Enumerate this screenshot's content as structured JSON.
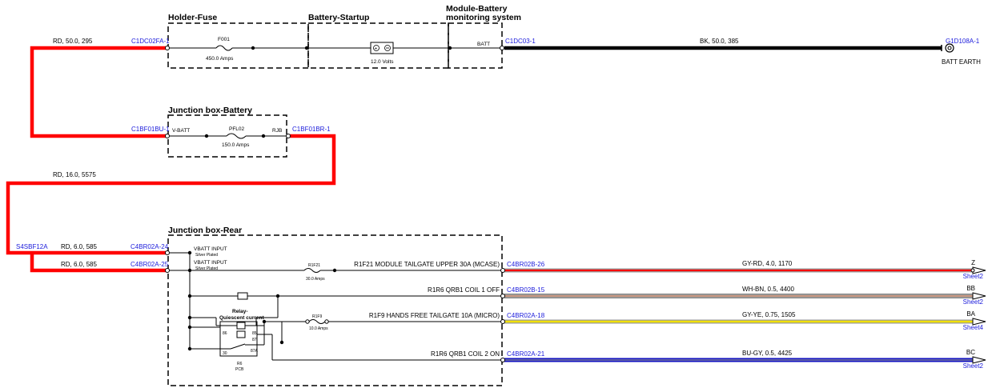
{
  "boxes": {
    "holder_fuse": "Holder-Fuse",
    "battery_startup": "Battery-Startup",
    "module_battery_1": "Module-Battery",
    "module_battery_2": "monitoring system",
    "jb_battery": "Junction box-Battery",
    "jb_rear": "Junction box-Rear"
  },
  "connectors": {
    "c1dc02fa": "C1DC02FA-1",
    "c1dc03": "C1DC03-1",
    "g1d108a": "G1D108A-1",
    "c1bf01bu": "C1BF01BU-1",
    "c1bf01br": "C1BF01BR-1",
    "s4sbf12a": "S4SBF12A",
    "c4br02a24": "C4BR02A-24",
    "c4br02a25": "C4BR02A-25",
    "c4br02b26": "C4BR02B-26",
    "c4br02b15": "C4BR02B-15",
    "c4br02a18": "C4BR02A-18",
    "c4br02a21": "C4BR02A-21"
  },
  "wires": {
    "w1": "RD,  50.0,  295",
    "w2": "BK,  50.0,  385",
    "w3": "RD,  16.0,  5575",
    "w4": "RD,  6.0,  585",
    "w5": "RD,  6.0,  585",
    "w6": "GY-RD,  4.0,  1170",
    "w7": "WH-BN,  0.5,  4400",
    "w8": "GY-YE,  0.75,  1505",
    "w9": "BU-GY,  0.5,  4425"
  },
  "components": {
    "f001": "F001",
    "f001_rating": "450.0 Amps",
    "batt_voltage": "12.0 Volts",
    "batt_pin": "BATT",
    "batt_earth": "BATT EARTH",
    "vbatt": "V-BATT",
    "pfl02": "PFL02",
    "pfl02_rating": "150.0 Amps",
    "rjb": "RJB",
    "vbatt_input_1": "VBATT INPUT",
    "silver_1": "Silver Plated",
    "vbatt_input_2": "VBATT INPUT",
    "silver_2": "Silver Plated",
    "r1f21": "R1F21",
    "r1f21_rating": "30.0 Amps",
    "r1f9": "R1F9",
    "r1f9_rating": "10.0 Amps",
    "relay_1": "Relay-",
    "relay_2": "Quiescent current",
    "pin86": "86",
    "pin85": "85",
    "pin87": "87",
    "pin87a": "87A",
    "pin30": "30",
    "r6": "R6",
    "pcb": "PCB"
  },
  "circuits": {
    "c1": "R1F21 MODULE TAILGATE UPPER 30A (MCASE)",
    "c2": "R1R6 QRB1 COIL 1 OFF",
    "c3": "R1F9 HANDS FREE TAILGATE 10A (MICRO)",
    "c4": "R1R6 QRB1 COIL 2 ON"
  },
  "refs": {
    "r1": "Z",
    "s1": "Sheet2",
    "r2": "BB",
    "s2": "Sheet2",
    "r3": "BA",
    "s3": "Sheet4",
    "r4": "BC",
    "s4": "Sheet2"
  },
  "colors": {
    "red": "#ff0000",
    "black": "#000000",
    "yellow": "#f0e000",
    "blue": "#1010c0",
    "brown": "#a0522d",
    "gray": "#9a9a9a"
  }
}
